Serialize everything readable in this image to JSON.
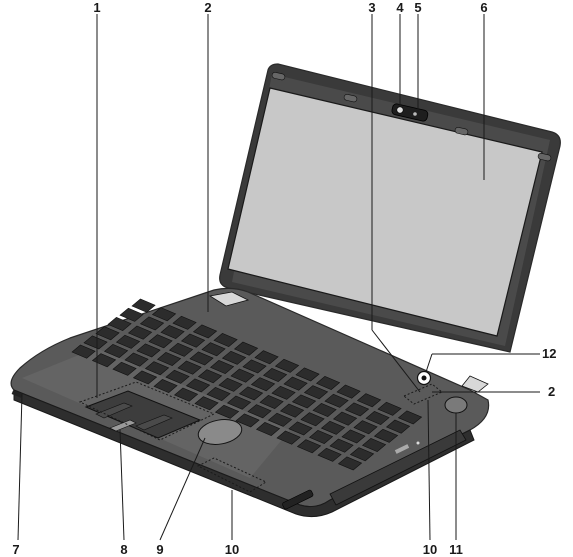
{
  "diagram": {
    "callouts": [
      {
        "id": "c1",
        "label": "1"
      },
      {
        "id": "c2a",
        "label": "2"
      },
      {
        "id": "c3",
        "label": "3"
      },
      {
        "id": "c4",
        "label": "4"
      },
      {
        "id": "c5",
        "label": "5"
      },
      {
        "id": "c6",
        "label": "6"
      },
      {
        "id": "c12",
        "label": "12"
      },
      {
        "id": "c2b",
        "label": "2"
      },
      {
        "id": "c7",
        "label": "7"
      },
      {
        "id": "c8",
        "label": "8"
      },
      {
        "id": "c9",
        "label": "9"
      },
      {
        "id": "c10",
        "label": "10"
      },
      {
        "id": "c10b",
        "label": "10"
      },
      {
        "id": "c11",
        "label": "11"
      }
    ]
  }
}
